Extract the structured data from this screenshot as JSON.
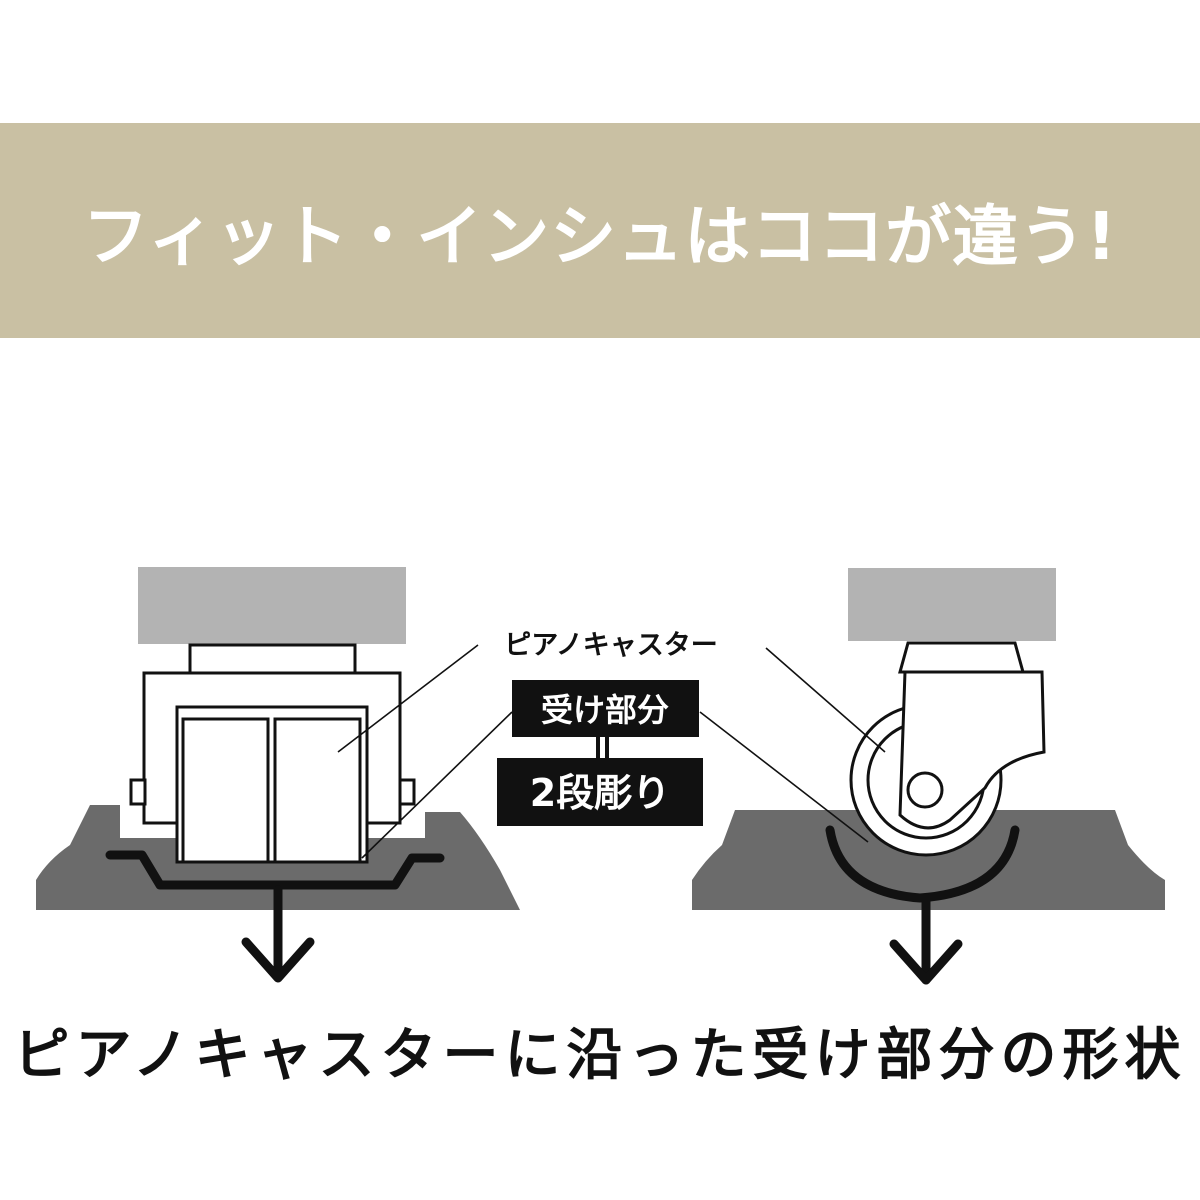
{
  "banner": {
    "title": "フィット・インシュはココが違う!",
    "color": "#c9c0a3"
  },
  "diagram": {
    "label_caster": "ピアノキャスター",
    "label_receiver": "受け部分",
    "label_two_step": "2段彫り"
  },
  "caption": "ピアノキャスターに沿った受け部分の形状",
  "colors": {
    "furniture": "#b3b3b3",
    "base": "#6b6b6b",
    "ink": "#111111"
  }
}
